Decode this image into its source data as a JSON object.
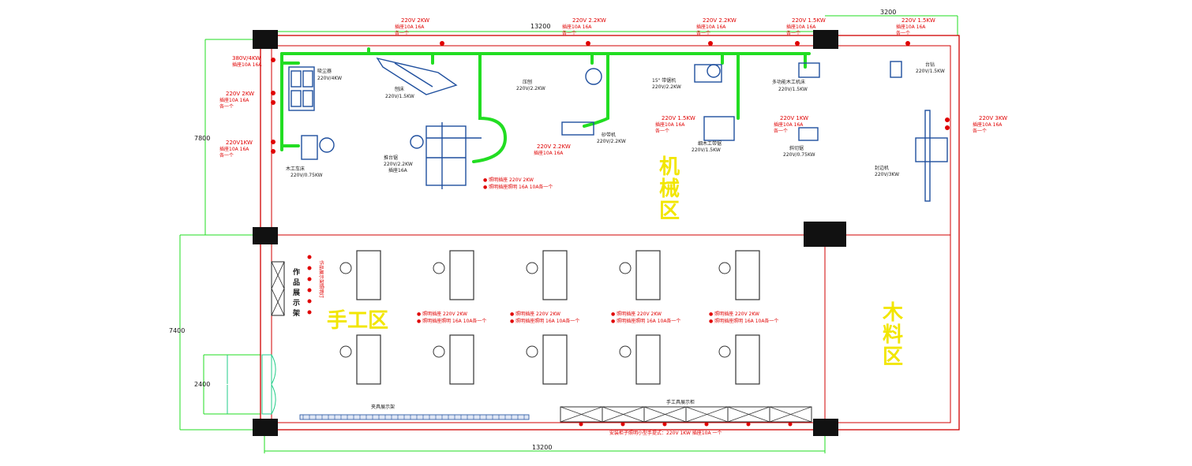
{
  "dimensions": {
    "top": "13200",
    "top_right": "3200",
    "bottom": "13200",
    "left_upper": "7800",
    "left_lower": "7400",
    "door": "2400"
  },
  "zones": {
    "machine": [
      "机",
      "械",
      "区"
    ],
    "manual": "手工区",
    "wood": [
      "木",
      "料",
      "区"
    ]
  },
  "top_outlets": [
    {
      "power": "220V 2KW",
      "spec": "插座10A 16A",
      "count": "各一个"
    },
    {
      "power": "220V 2.2KW",
      "spec": "插座10A 16A",
      "count": "各一个"
    },
    {
      "power": "220V 2.2KW",
      "spec": "插座10A 16A",
      "count": "各一个"
    },
    {
      "power": "220V 1.5KW",
      "spec": "插座10A 16A",
      "count": "各一个"
    },
    {
      "power": "220V 1.5KW",
      "spec": "插座10A 16A",
      "count": "各一个"
    }
  ],
  "left_outlets": [
    {
      "power": "380V/4KW",
      "spec": "插座10A 16A"
    },
    {
      "power": "220V 2KW",
      "spec": "插座10A 16A",
      "count": "各一个"
    },
    {
      "power": "220V1KW",
      "spec": "插座10A 16A",
      "count": "各一个"
    }
  ],
  "machines": [
    {
      "name": "吸尘器",
      "spec": "220V/4KW"
    },
    {
      "name": "刨床",
      "spec": "220V/1.5KW"
    },
    {
      "name": "压刨",
      "spec": "220V/2.2KW"
    },
    {
      "name": "15\" 带锯机",
      "spec": "220V/2.2KW"
    },
    {
      "name": "多功能木工机床",
      "spec": "220V/1.5KW"
    },
    {
      "name": "台钻",
      "spec": "220V/1.5KW"
    },
    {
      "name": "木工车床",
      "spec": "220V/0.75KW"
    },
    {
      "name": "推台锯",
      "spec": "220V/2.2KW",
      "extra": "插座16A"
    },
    {
      "name": "砂带机",
      "spec": "220V/2.2KW"
    },
    {
      "name": "细木工带锯",
      "spec": "220V/1.5KW"
    },
    {
      "name": "斜切锯",
      "spec": "220V/0.75KW"
    },
    {
      "name": "封边机",
      "spec": "220V/3KW"
    }
  ],
  "machine_outlets": [
    {
      "power": "220V 2.2KW",
      "spec": "插座10A 16A"
    },
    {
      "power": "220V 1.5KW",
      "spec": "插座10A 16A",
      "count": "各一个"
    },
    {
      "power": "220V 1KW",
      "spec": "插座10A 16A",
      "count": "各一个"
    },
    {
      "power": "220V 3KW",
      "spec": "插座10A 16A",
      "count": "各一个"
    }
  ],
  "center_notes": [
    "● 照明插座 220V 2KW",
    "● 照明插座照明 16A 10A各一个"
  ],
  "bench_notes": [
    {
      "a": "● 照明插座 220V 2KW",
      "b": "● 照明插座照明 16A 10A各一个"
    },
    {
      "a": "● 照明插座 220V 2KW",
      "b": "● 照明插座照明 16A 10A各一个"
    },
    {
      "a": "● 照明插座 220V 2KW",
      "b": "● 照明插座照明 16A 10A各一个"
    },
    {
      "a": "● 照明插座 220V 2KW",
      "b": "● 照明插座照明 16A 10A各一个"
    }
  ],
  "display": {
    "label": [
      "作",
      "品",
      "展",
      "示",
      "架"
    ],
    "light": "作品展示架照明灯"
  },
  "tool_cabinet": "手工具展示柜",
  "rack_label": "夹具展示架",
  "bottom_note": "安装柜子照明小型手提式：220V 1KW 插座10A 一个",
  "colors": {
    "pipe": "#22dd22",
    "wall": "#e00000",
    "zone": "#f2e600",
    "machine": "#1f4f9e"
  }
}
